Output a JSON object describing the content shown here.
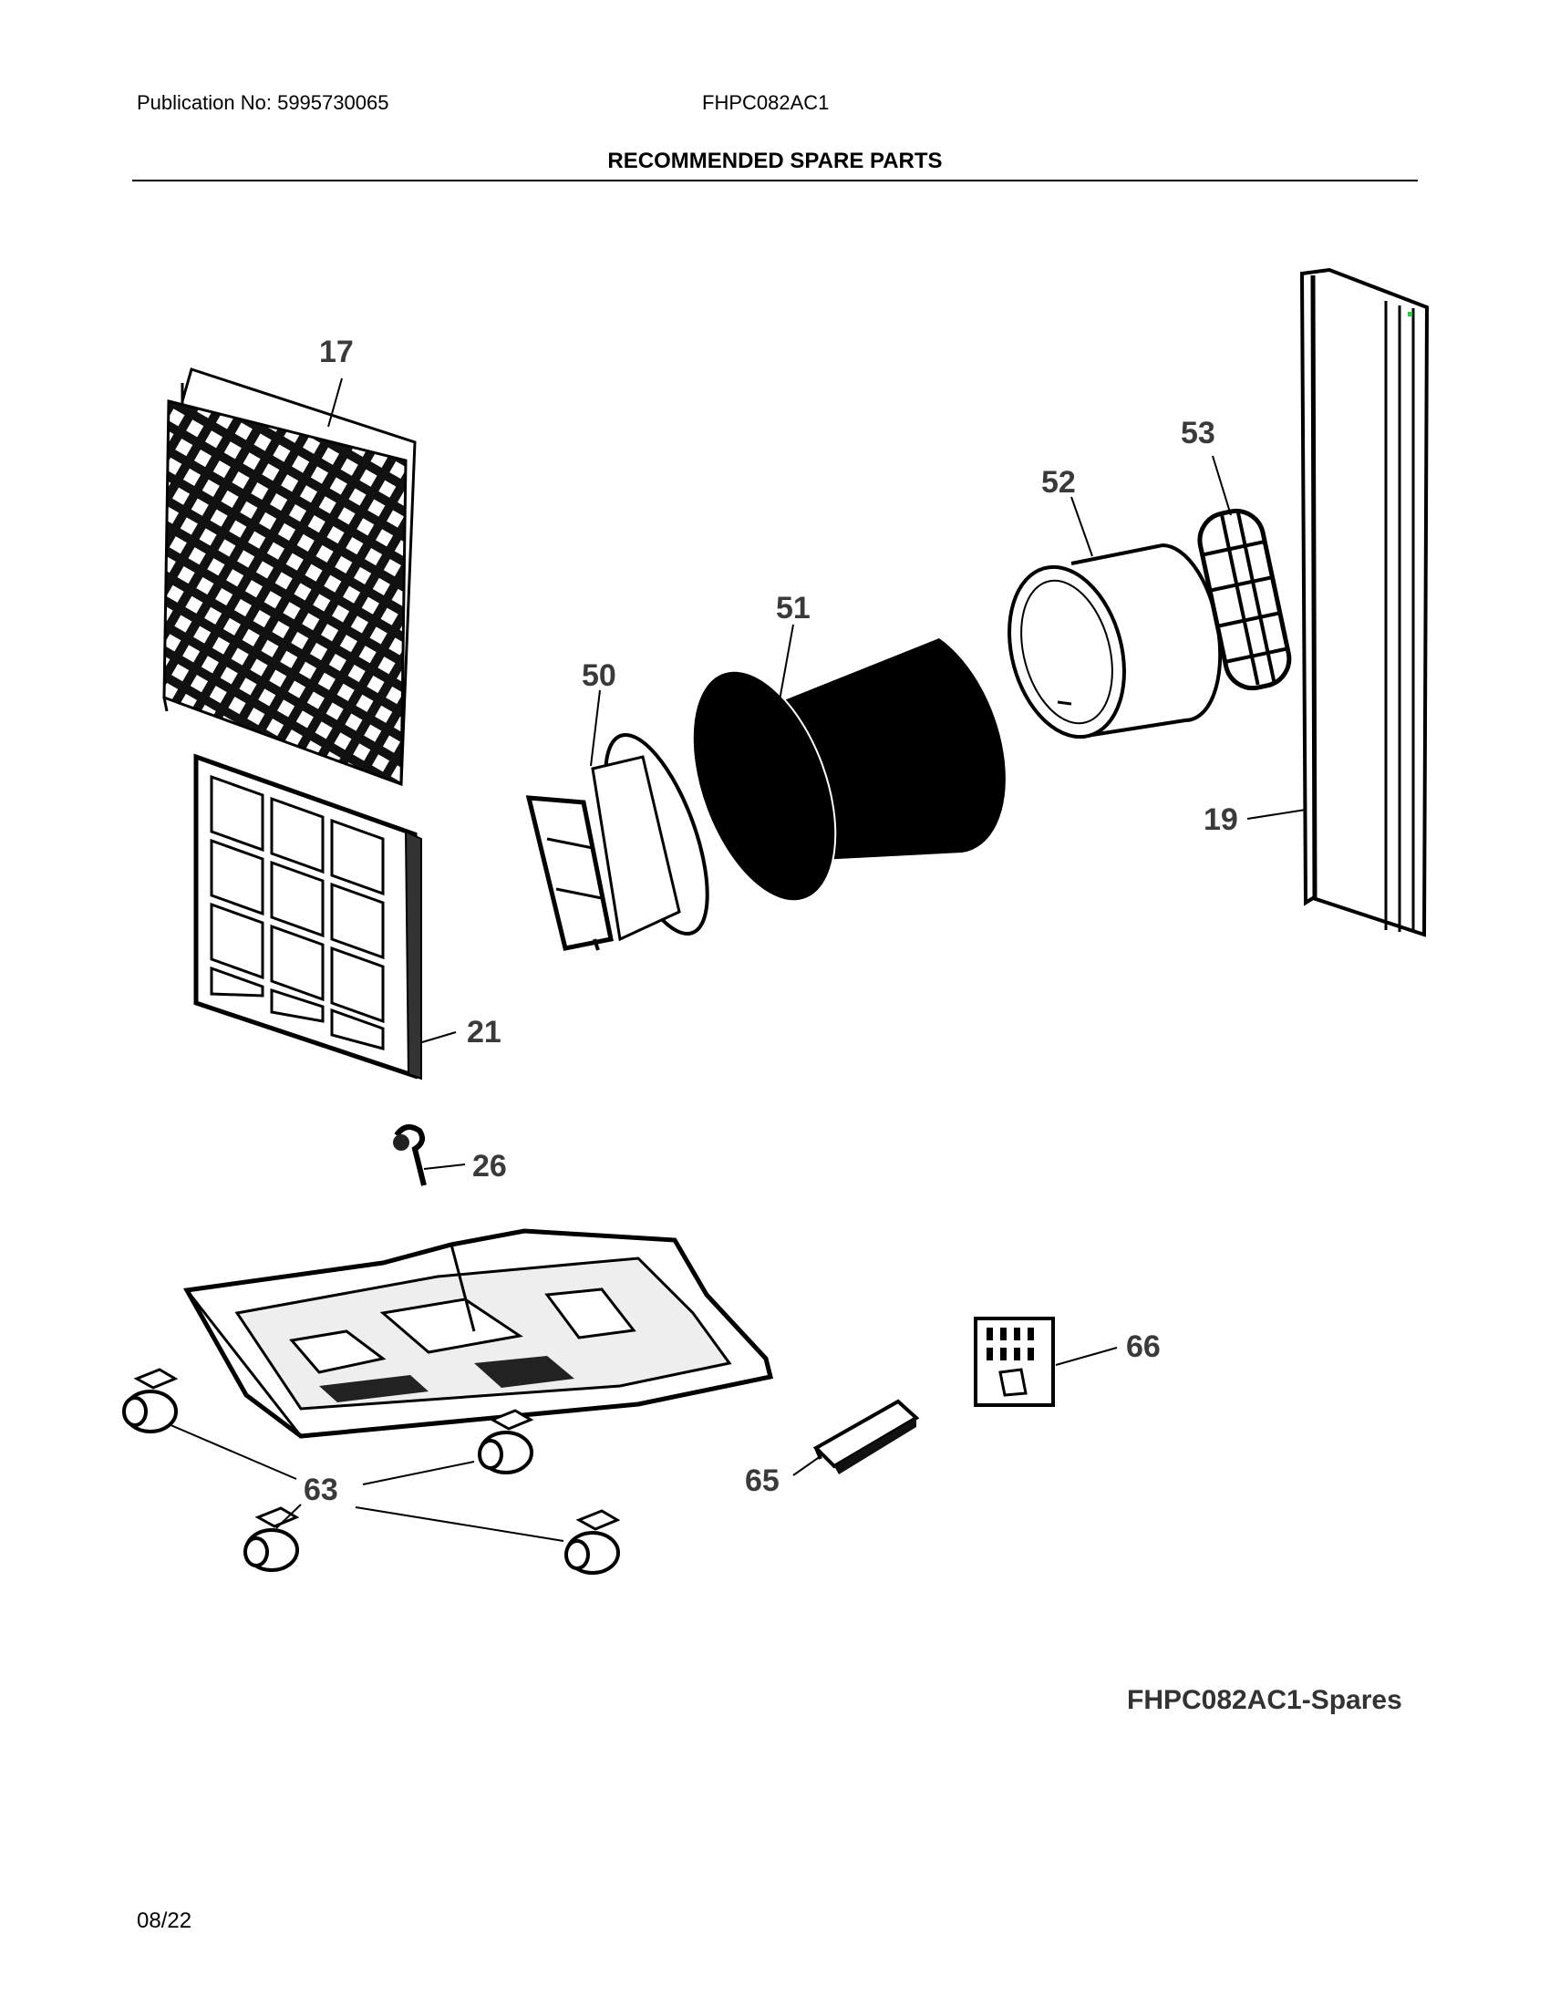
{
  "header": {
    "publication": "Publication No: 5995730065",
    "model": "FHPC082AC1",
    "title": "RECOMMENDED SPARE PARTS"
  },
  "callouts": {
    "p17": "17",
    "p21": "21",
    "p26": "26",
    "p50": "50",
    "p51": "51",
    "p52": "52",
    "p53": "53",
    "p19": "19",
    "p63": "63",
    "p65": "65",
    "p66": "66"
  },
  "footer": {
    "diagram_id": "FHPC082AC1-Spares",
    "date": "08/22"
  }
}
